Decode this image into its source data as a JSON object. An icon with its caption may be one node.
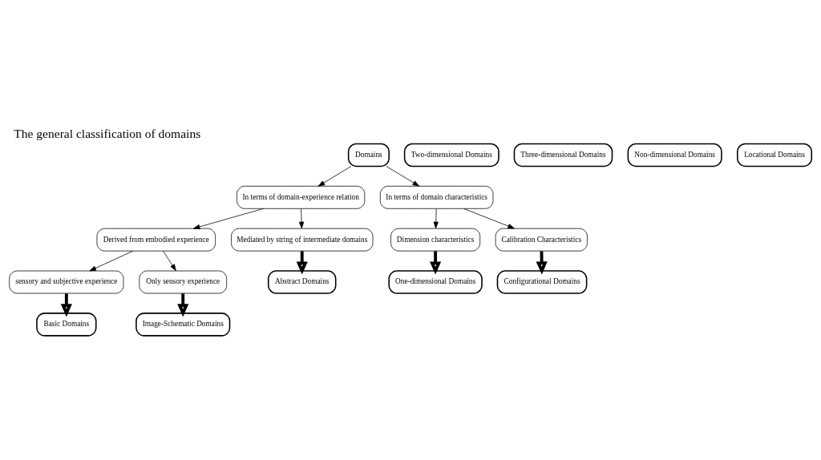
{
  "diagram": {
    "title": "The general classification of domains",
    "nodes": [
      {
        "text": [
          "Domains"
        ]
      },
      {
        "text": [
          "In terms of domain-experience relation"
        ]
      },
      {
        "text": [
          "In terms of domain characteristics"
        ]
      },
      {
        "text": [
          "Derived from embodied experience"
        ]
      },
      {
        "text": [
          "Mediated by string of intermediate domains"
        ]
      },
      {
        "text": [
          "sensory and subjective experience"
        ]
      },
      {
        "text": [
          "Only sensory experience"
        ]
      },
      {
        "text": [
          "Basic Domains"
        ]
      },
      {
        "text": [
          "Image-Schematic Domains"
        ]
      },
      {
        "text": [
          "Abstract Domains"
        ]
      },
      {
        "text": [
          "Dimension characteristics"
        ]
      },
      {
        "text": [
          "Calibration Characteristics"
        ]
      },
      {
        "text": [
          "One-dimensional Domains"
        ]
      },
      {
        "text": [
          "Two-dimensional Domains"
        ]
      },
      {
        "text": [
          "Three-dimensional Domains"
        ]
      },
      {
        "text": [
          "Non-dimensional Domains"
        ]
      },
      {
        "text": [
          "Configurational Domains"
        ]
      },
      {
        "text": [
          "Locational Domains"
        ]
      }
    ],
    "edges": [
      {
        "from": 0,
        "to": 1,
        "arrow": "to"
      },
      {
        "from": 0,
        "to": 2,
        "arrow": "to"
      },
      {
        "from": 1,
        "to": 3,
        "arrow": "to"
      },
      {
        "from": 1,
        "to": 4,
        "arrow": "to"
      },
      {
        "from": 2,
        "to": 10,
        "arrow": "to"
      },
      {
        "from": 2,
        "to": 11,
        "arrow": "to"
      },
      {
        "from": 3,
        "to": 5,
        "arrow": "to"
      },
      {
        "from": 3,
        "to": 6,
        "arrow": "to"
      },
      {
        "from": 4,
        "to": 9,
        "arrow": "to",
        "style": "thick"
      },
      {
        "from": 5,
        "to": 7,
        "arrow": "to",
        "style": "thick"
      },
      {
        "from": 6,
        "to": 8,
        "arrow": "to",
        "style": "thick"
      },
      {
        "from": 10,
        "to": 12,
        "arrow": "to",
        "style": "thick"
      },
      {
        "from": 11,
        "to": 16,
        "arrow": "to",
        "style": "thick"
      }
    ]
  }
}
